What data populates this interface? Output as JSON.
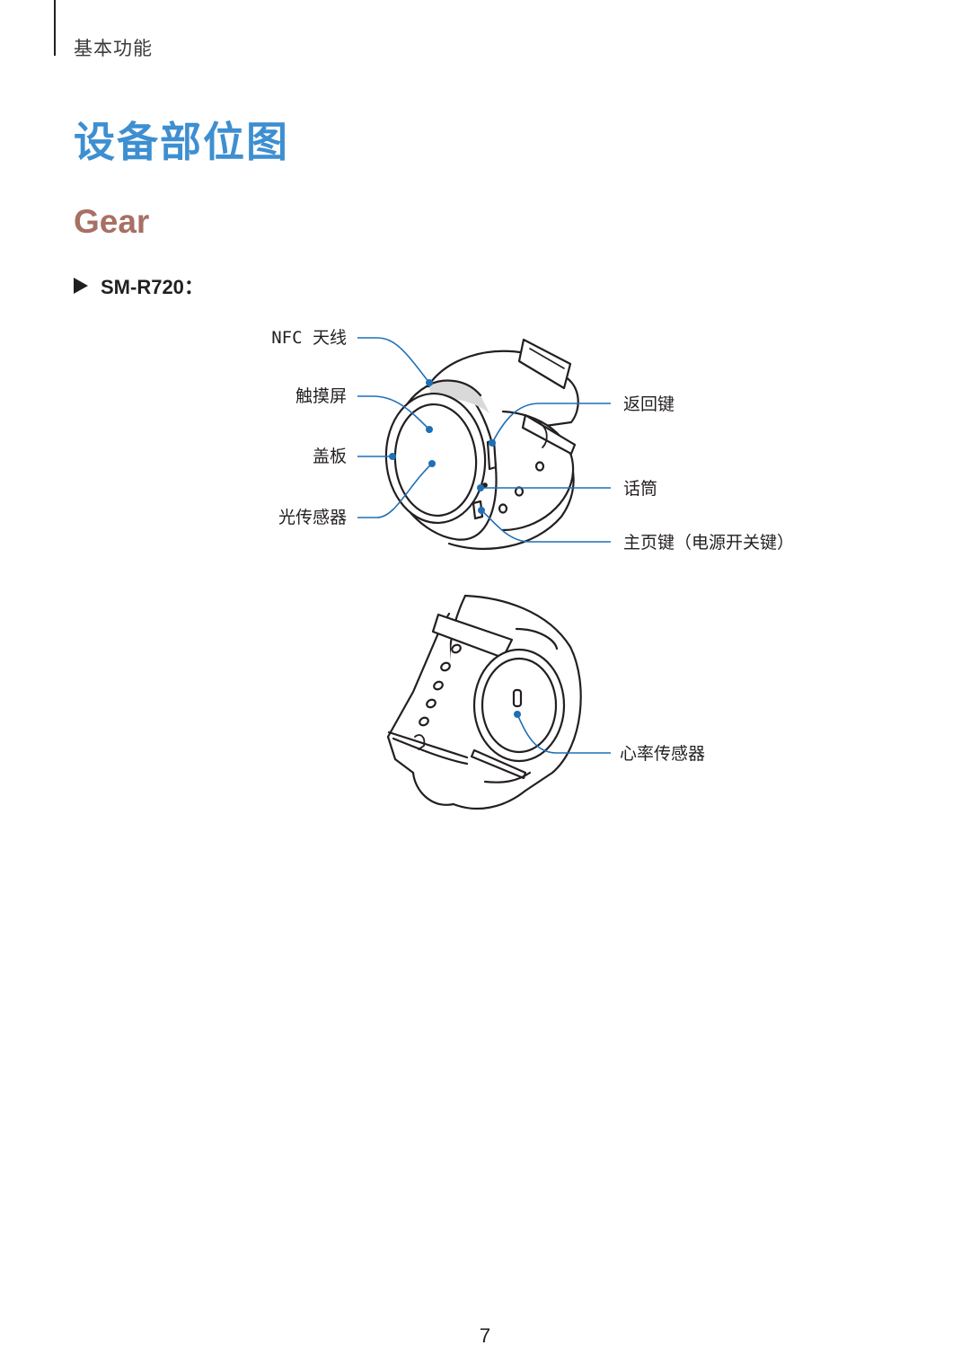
{
  "header": {
    "section": "基本功能"
  },
  "title": "设备部位图",
  "subtitle": "Gear",
  "model": "SM-R720：",
  "labels": {
    "nfc_antenna": "NFC 天线",
    "touch_screen": "触摸屏",
    "bezel": "盖板",
    "light_sensor": "光传感器",
    "back_key": "返回键",
    "microphone": "话筒",
    "home_key": "主页键（电源开关键）",
    "heart_rate_sensor": "心率传感器"
  },
  "colors": {
    "title": "#3d8fd1",
    "subtitle": "#a87064",
    "leader": "#1f6fb5"
  },
  "footer": {
    "page_number": "7"
  }
}
